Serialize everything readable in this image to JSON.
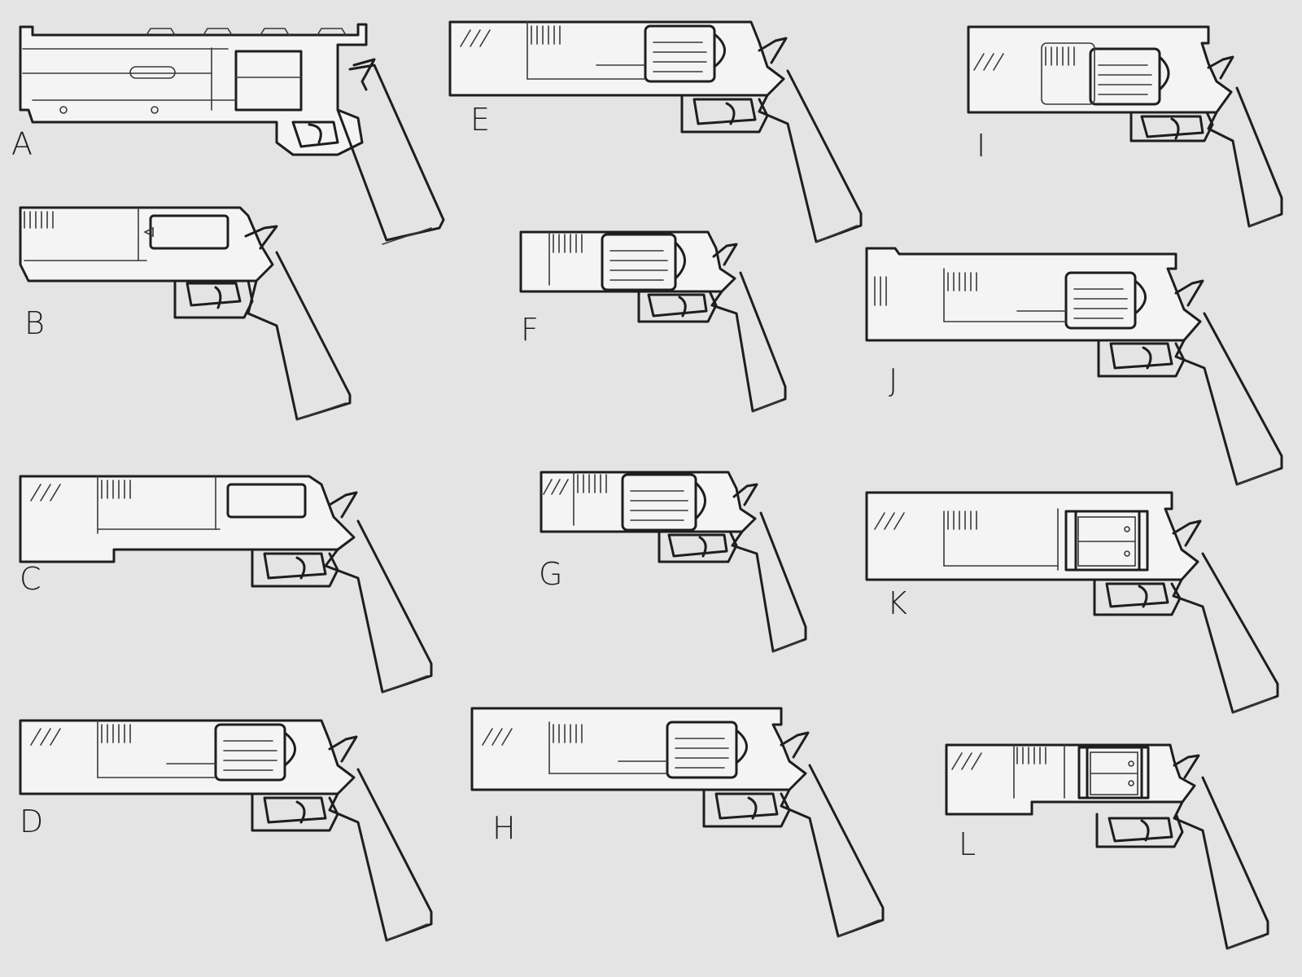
{
  "sheet": {
    "background": "#e4e4e4",
    "ink": "#1e1e1e",
    "paper": "#f4f4f4"
  },
  "variants": [
    {
      "id": "a",
      "label": "A",
      "marks": "",
      "cylinder": "block",
      "rail": true
    },
    {
      "id": "b",
      "label": "B",
      "marks": "||||",
      "cylinder": "window",
      "rail": false
    },
    {
      "id": "c",
      "label": "C",
      "marks": "///",
      "cylinder": "window",
      "rail": false
    },
    {
      "id": "d",
      "label": "D",
      "marks": "///",
      "cylinder": "fluted",
      "rail": false
    },
    {
      "id": "e",
      "label": "E",
      "marks": "///",
      "cylinder": "fluted",
      "rail": false
    },
    {
      "id": "f",
      "label": "F",
      "marks": "",
      "cylinder": "fluted",
      "rail": false
    },
    {
      "id": "g",
      "label": "G",
      "marks": "///",
      "cylinder": "fluted",
      "rail": false
    },
    {
      "id": "h",
      "label": "H",
      "marks": "///",
      "cylinder": "fluted",
      "rail": true
    },
    {
      "id": "i",
      "label": "I",
      "marks": "///",
      "cylinder": "fluted",
      "rail": false
    },
    {
      "id": "j",
      "label": "J",
      "marks": "|||",
      "cylinder": "fluted",
      "rail": true
    },
    {
      "id": "k",
      "label": "K",
      "marks": "///",
      "cylinder": "open",
      "rail": false
    },
    {
      "id": "l",
      "label": "L",
      "marks": "///",
      "cylinder": "open",
      "rail": false
    }
  ]
}
